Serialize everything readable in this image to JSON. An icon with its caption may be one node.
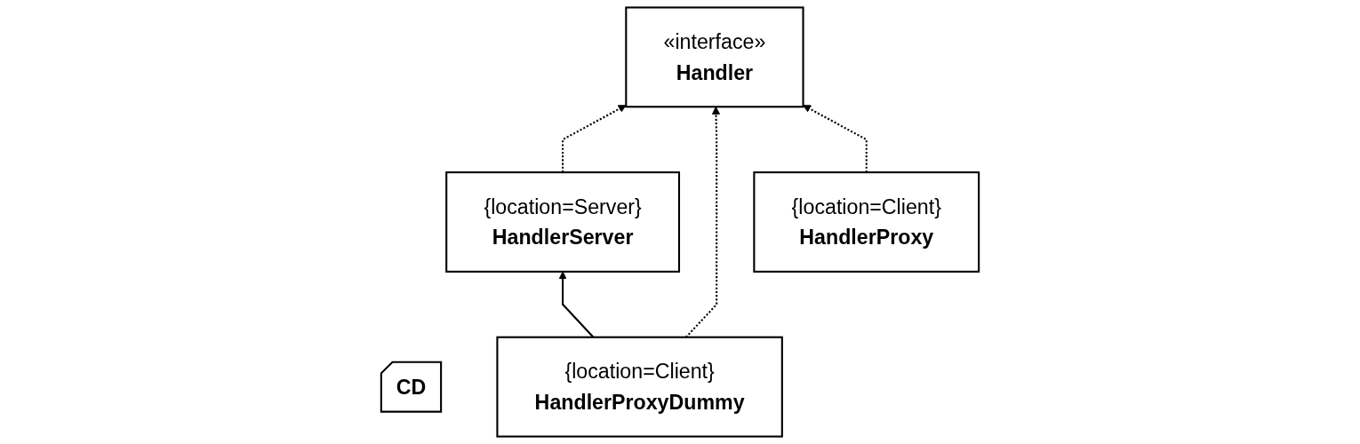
{
  "diagram": {
    "nodes": [
      {
        "text": [
          "«interface»",
          "Handler"
        ]
      },
      {
        "text": [
          "CD"
        ]
      },
      {
        "text": [
          "{location=Server}",
          "HandlerServer"
        ]
      },
      {
        "text": [
          "{location=Client}",
          "HandlerProxyDummy"
        ]
      },
      {
        "text": [
          "{location=Client}",
          "HandlerProxy"
        ]
      }
    ],
    "edges": [
      {
        "from": 2,
        "to": 0,
        "arrow": "to",
        "style": "dashed"
      },
      {
        "from": 3,
        "to": 0,
        "arrow": "to",
        "style": "dashed"
      },
      {
        "from": 4,
        "to": 0,
        "arrow": "to",
        "style": "dashed"
      },
      {
        "from": 3,
        "to": 2,
        "arrow": "to"
      }
    ]
  }
}
